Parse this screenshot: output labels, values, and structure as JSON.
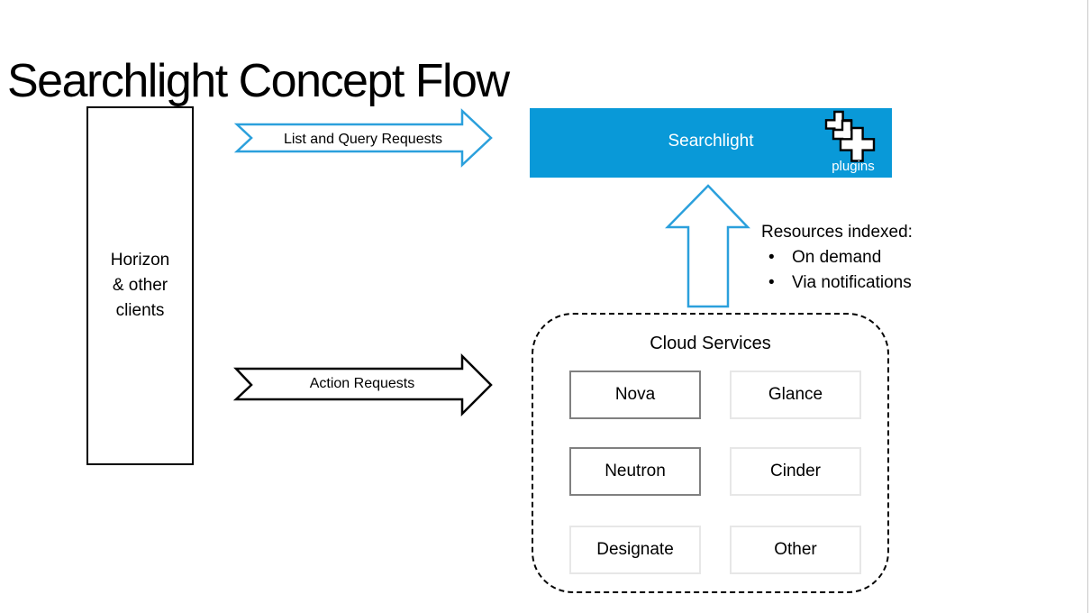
{
  "slide": {
    "title": "Searchlight Concept Flow"
  },
  "colors": {
    "searchlight_blue": "#0999d8",
    "blue_arrow_stroke": "#2ba0dc",
    "black_arrow_stroke": "#000000",
    "service_border_dark": "#808080",
    "service_border_light": "#e7e7e7"
  },
  "clients_box": {
    "lines": [
      "Horizon",
      "& other",
      "clients"
    ]
  },
  "arrows": {
    "list_query": {
      "label": "List and Query Requests",
      "direction": "right",
      "color": "blue"
    },
    "action": {
      "label": "Action Requests",
      "direction": "right",
      "color": "black"
    },
    "indexing": {
      "direction": "up",
      "color": "blue"
    }
  },
  "searchlight": {
    "label": "Searchlight",
    "plugins_label": "plugins",
    "icon": "plugins-stack-icon"
  },
  "resources": {
    "heading": "Resources indexed:",
    "bullet_char": "•",
    "bullets": [
      "On demand",
      "Via notifications"
    ]
  },
  "cloud_services": {
    "title": "Cloud Services",
    "services": [
      {
        "name": "Nova",
        "border": "dark"
      },
      {
        "name": "Glance",
        "border": "light"
      },
      {
        "name": "Neutron",
        "border": "dark"
      },
      {
        "name": "Cinder",
        "border": "light"
      },
      {
        "name": "Designate",
        "border": "light"
      },
      {
        "name": "Other",
        "border": "light"
      }
    ]
  }
}
